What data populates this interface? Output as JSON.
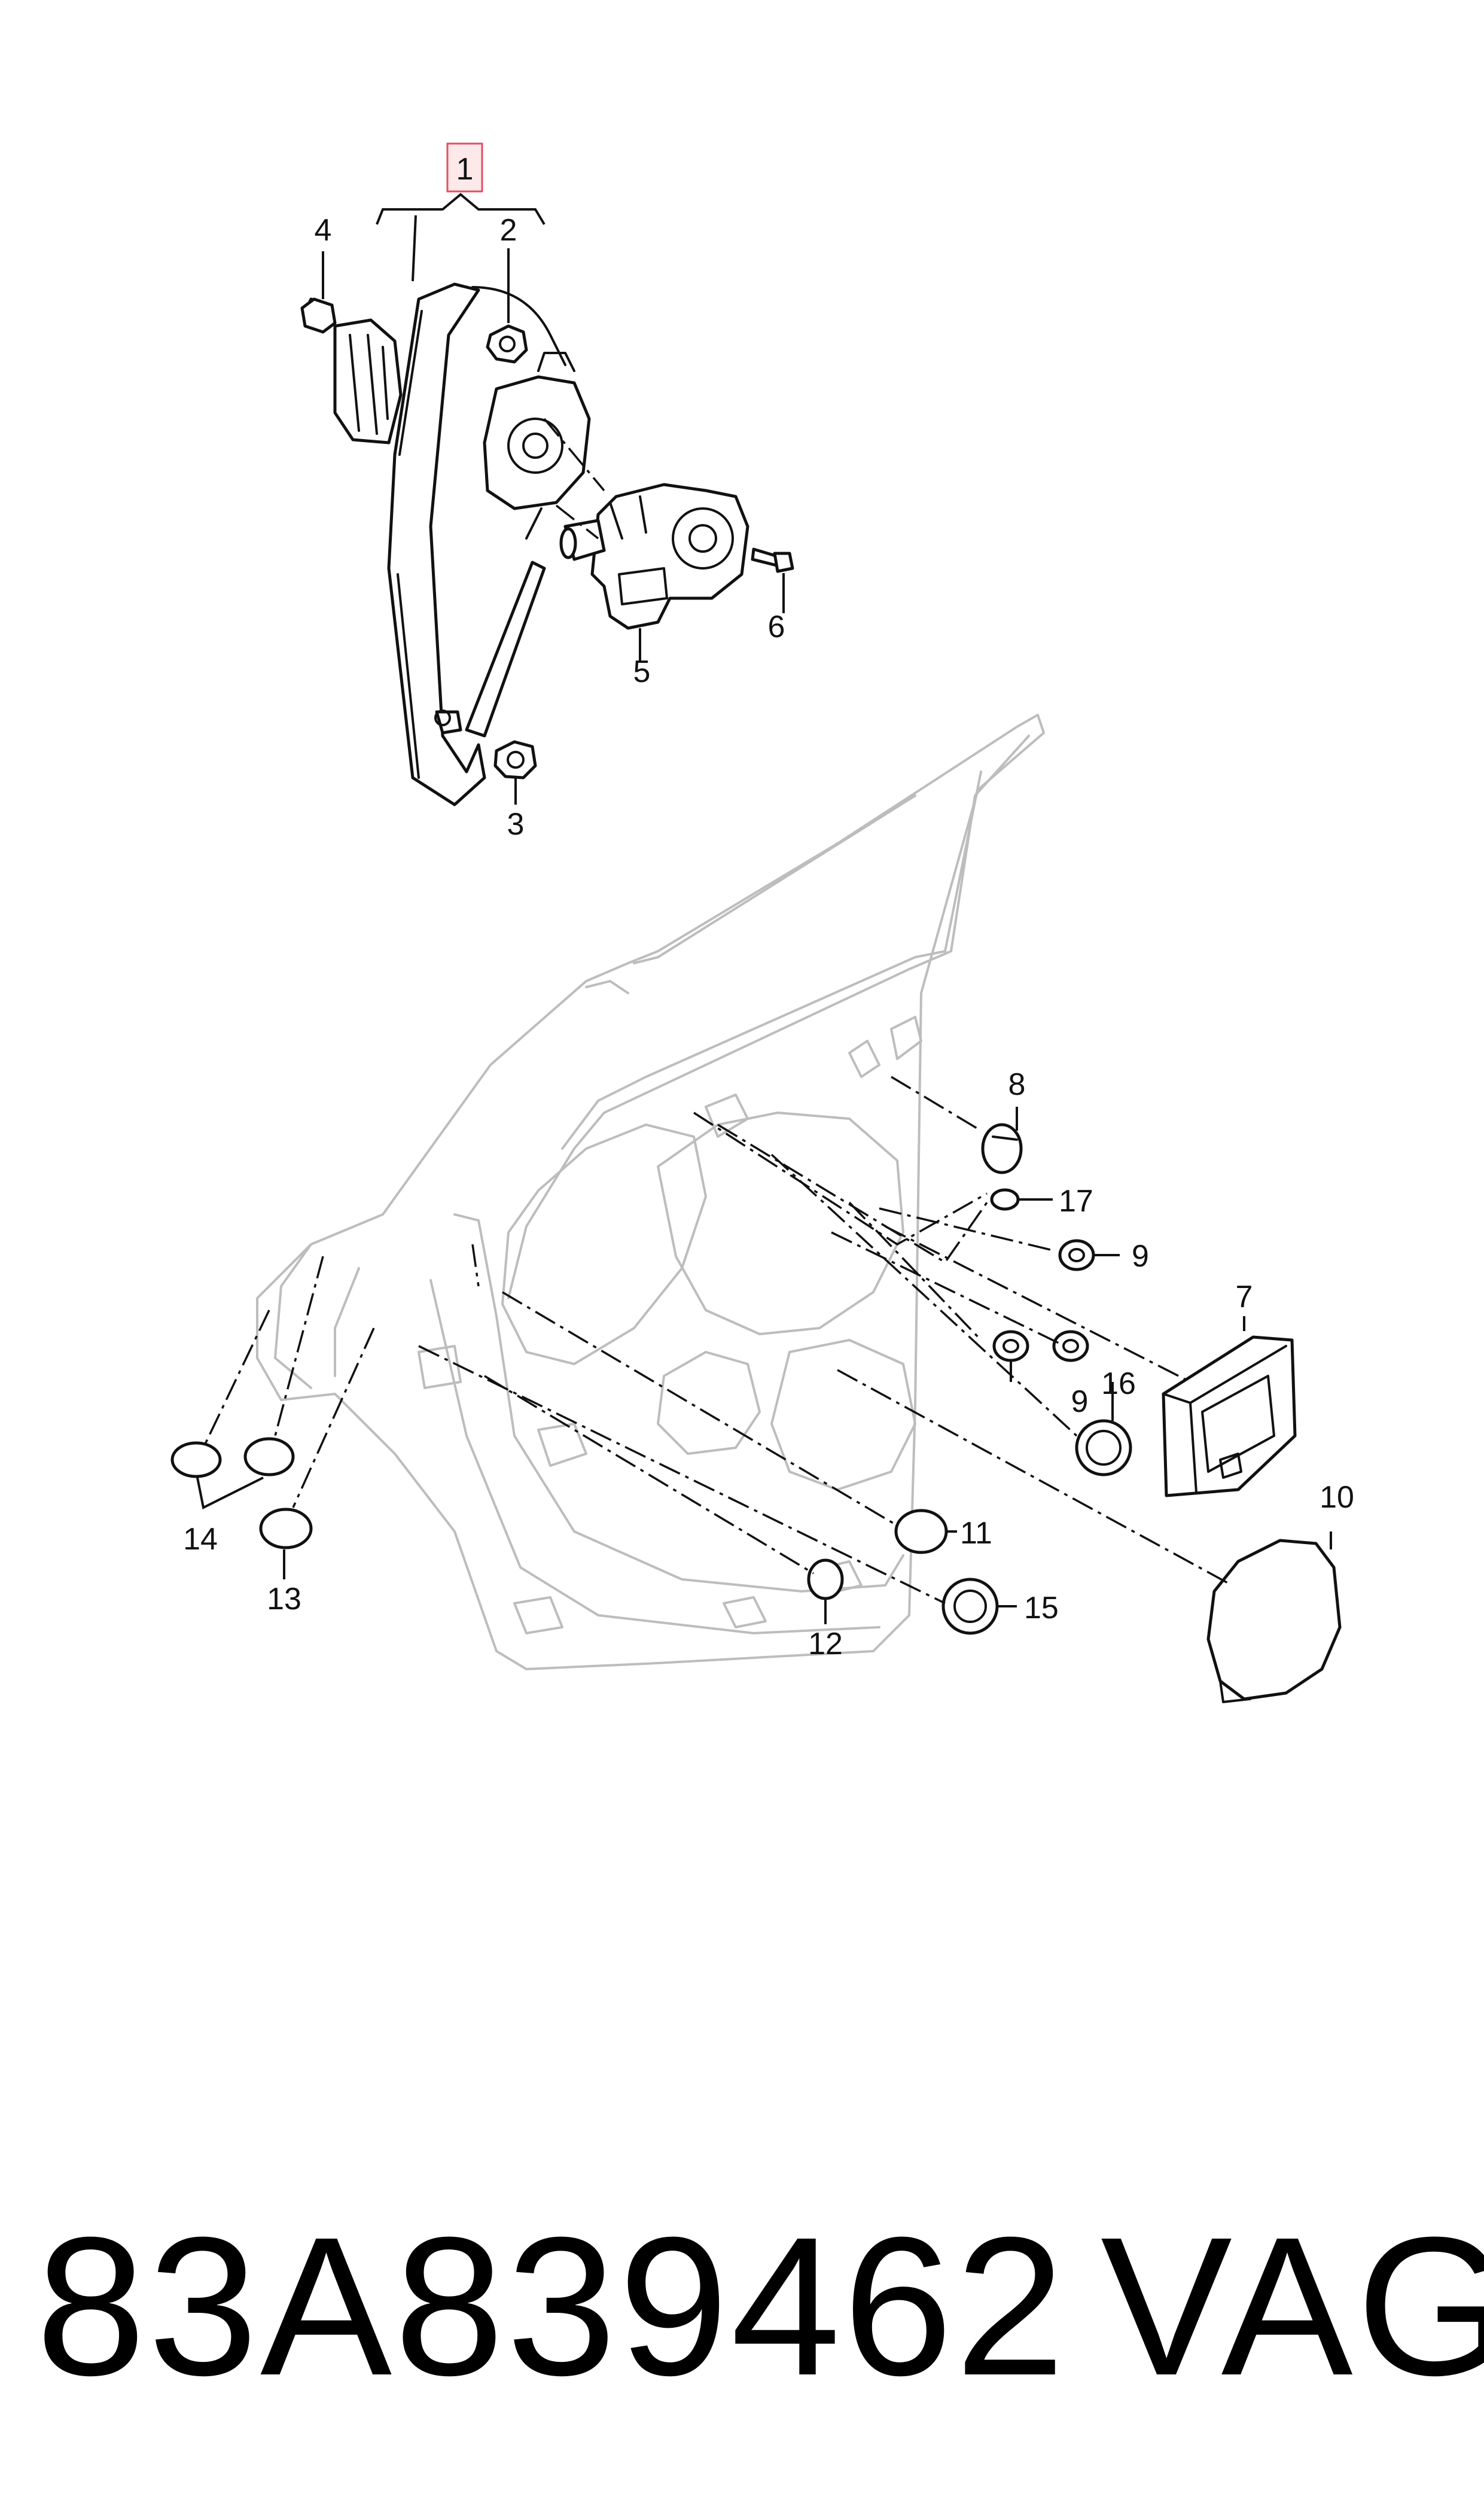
{
  "diagram": {
    "callouts": [
      "1",
      "2",
      "3",
      "4",
      "5",
      "6",
      "7",
      "8",
      "9",
      "9",
      "10",
      "11",
      "12",
      "13",
      "14",
      "15",
      "16",
      "17"
    ],
    "highlight_color": "#e05060",
    "highlight_fill": "#fde8ea"
  },
  "footer": {
    "part_number": "83A839462",
    "brand": "VAG"
  }
}
